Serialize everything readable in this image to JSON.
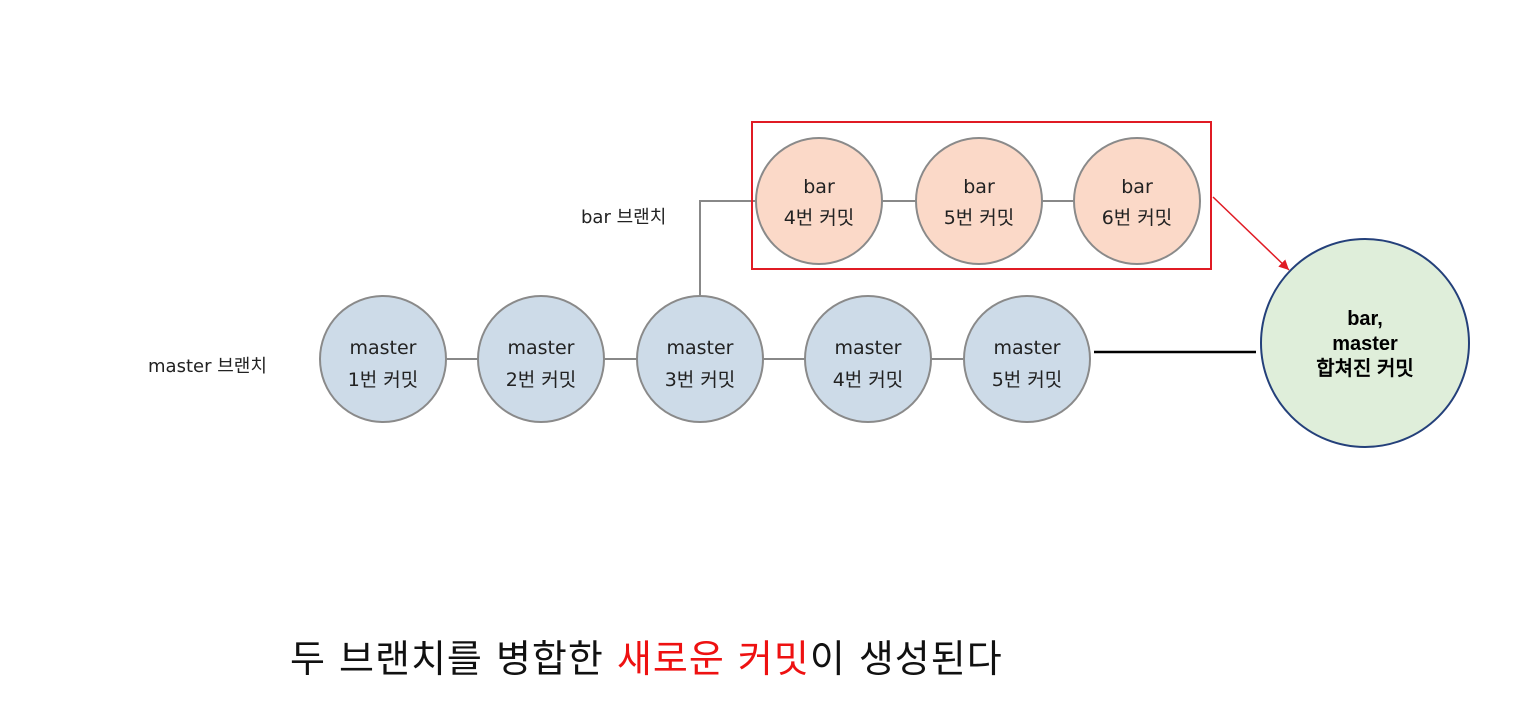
{
  "branches": {
    "master_label": "master 브랜치",
    "bar_label": "bar 브랜치"
  },
  "master_commits": [
    {
      "line1": "master",
      "line2": "1번 커밋"
    },
    {
      "line1": "master",
      "line2": "2번 커밋"
    },
    {
      "line1": "master",
      "line2": "3번 커밋"
    },
    {
      "line1": "master",
      "line2": "4번 커밋"
    },
    {
      "line1": "master",
      "line2": "5번 커밋"
    }
  ],
  "bar_commits": [
    {
      "line1": "bar",
      "line2": "4번 커밋"
    },
    {
      "line1": "bar",
      "line2": "5번 커밋"
    },
    {
      "line1": "bar",
      "line2": "6번 커밋"
    }
  ],
  "merge_commit": {
    "line1": "bar,",
    "line2": "master",
    "line3": "합쳐진 커밋"
  },
  "caption": {
    "before": "두 브랜치를 병합한 ",
    "highlight": "새로운 커밋",
    "after": "이 생성된다"
  },
  "colors": {
    "master_fill": "#cddbe8",
    "bar_fill": "#fbd9c8",
    "merge_fill": "#dfeeda",
    "node_stroke": "#8a8a8a",
    "merge_stroke": "#24407a",
    "highlight_box": "#e01b24",
    "arrow": "#e01b24",
    "connector": "#888888",
    "merge_line": "#000000",
    "caption_highlight": "#ee1111"
  }
}
